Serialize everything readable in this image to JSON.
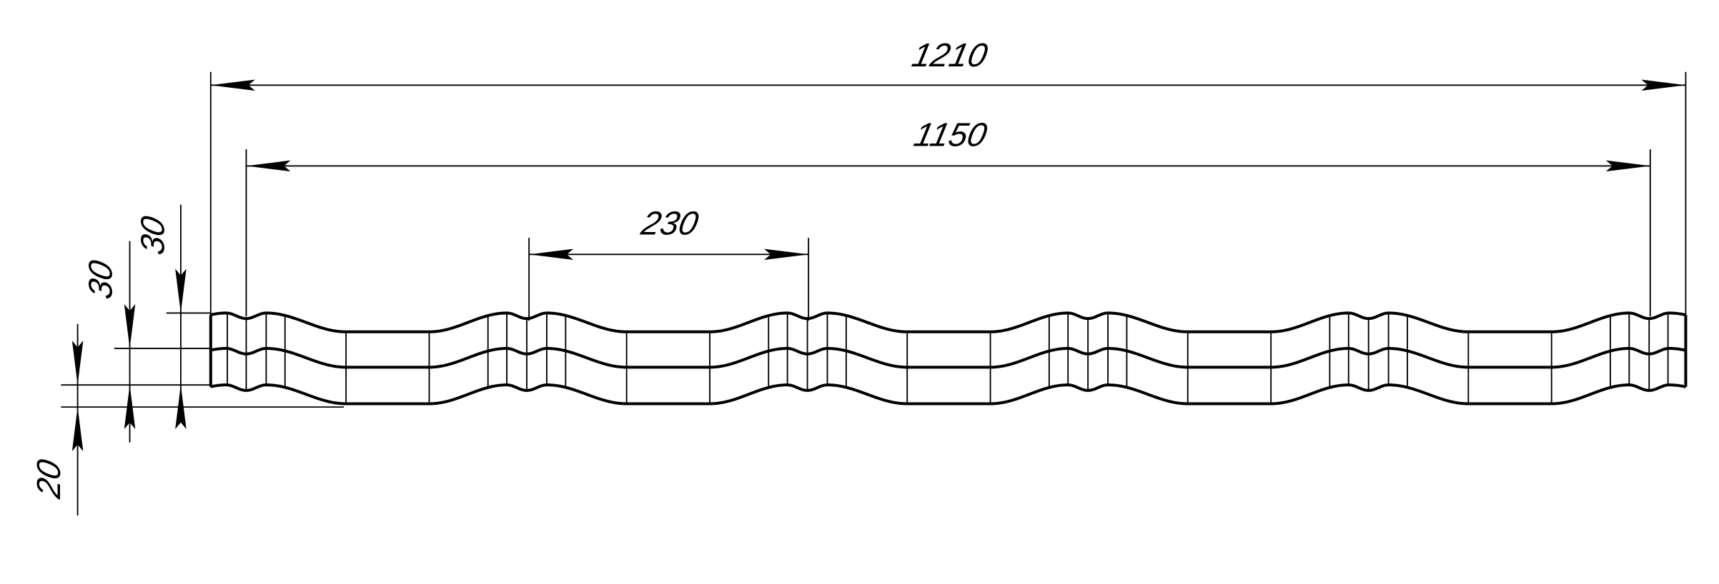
{
  "drawing": {
    "dimensions": {
      "overall_width": "1210",
      "useful_width": "1150",
      "wave_step": "230",
      "height_top": "30",
      "height_middle": "30",
      "height_step": "20"
    },
    "profile": {
      "wave_count": 5,
      "line_color": "#000000",
      "background": "#ffffff"
    }
  }
}
